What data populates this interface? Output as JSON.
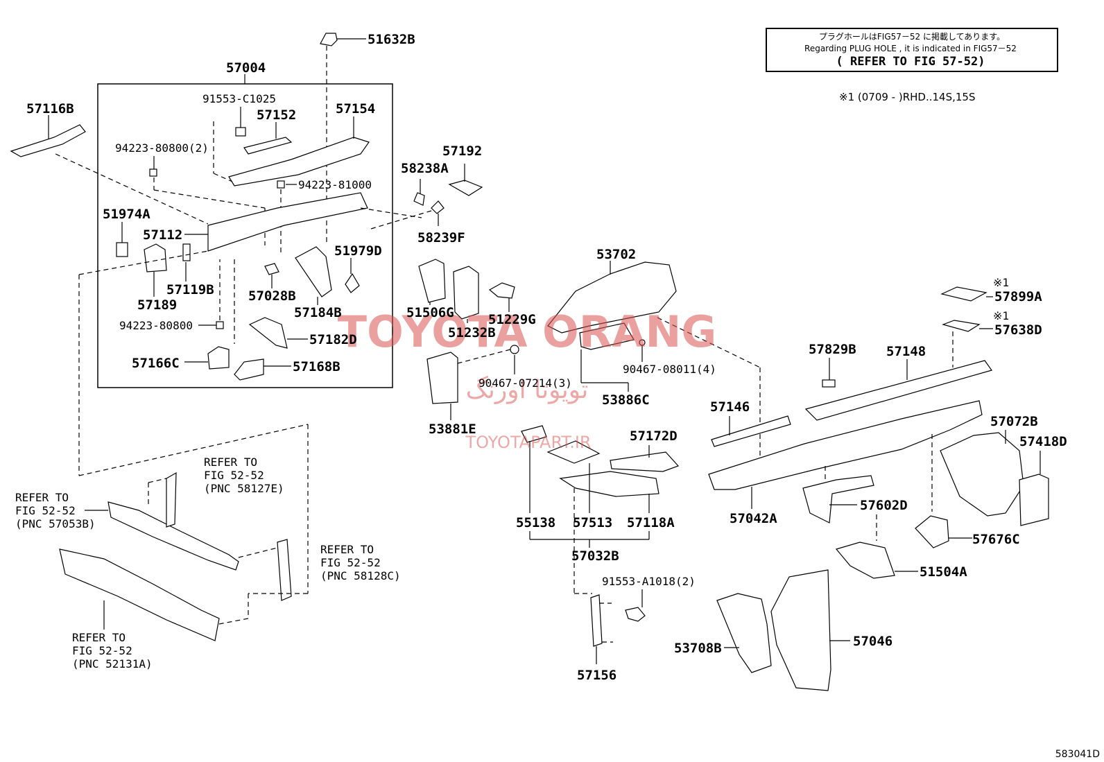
{
  "note": {
    "line1": "プラグホールはFIG57－52 に掲載してあります。",
    "line2": "Regarding PLUG HOLE , it is indicated in FIG57－52",
    "line3": "( REFER TO FIG 57-52)",
    "footnote": "※1 (0709 -        )RHD..14S,15S"
  },
  "watermark": {
    "main": "TOYOTA ORANG",
    "arabic": "تویوتا اورنگ",
    "site": "TOYOTAPART.IR"
  },
  "figure_code": "583041D",
  "labels": {
    "p51632B": "51632B",
    "p57004": "57004",
    "p57116B": "57116B",
    "p91553C1025": "91553-C1025",
    "p57152": "57152",
    "p57154": "57154",
    "p9422380800_2": "94223-80800(2)",
    "p9422381000": "94223-81000",
    "p58238A": "58238A",
    "p57192": "57192",
    "p51974A": "51974A",
    "p57112": "57112",
    "p58239F": "58239F",
    "p51979D": "51979D",
    "p57119B": "57119B",
    "p57028B": "57028B",
    "p57189": "57189",
    "p57184B": "57184B",
    "p9422380800": "94223-80800",
    "p57182D": "57182D",
    "p57166C": "57166C",
    "p57168B": "57168B",
    "p51506G": "51506G",
    "p51232B": "51232B",
    "p51229G": "51229G",
    "p53702": "53702",
    "p9046708011_4": "90467-08011(4)",
    "p9046707214_3": "90467-07214(3)",
    "p53886C": "53886C",
    "p53881E": "53881E",
    "p57899A": "57899A",
    "p57638D": "57638D",
    "mark1a": "※1",
    "mark1b": "※1",
    "p57829B": "57829B",
    "p57148": "57148",
    "p57146": "57146",
    "p57072B": "57072B",
    "p57418D": "57418D",
    "p57172D": "57172D",
    "p55138": "55138",
    "p57513": "57513",
    "p57118A": "57118A",
    "p57032B": "57032B",
    "p57042A": "57042A",
    "p57602D": "57602D",
    "p57676C": "57676C",
    "p51504A": "51504A",
    "p91553A1018_2": "91553-A1018(2)",
    "p57046": "57046",
    "p53708B": "53708B",
    "p57156": "57156"
  },
  "refs": {
    "r1": [
      "REFER TO",
      "FIG 52-52",
      "(PNC 58127E)"
    ],
    "r2": [
      "REFER TO",
      "FIG 52-52",
      "(PNC 57053B)"
    ],
    "r3": [
      "REFER TO",
      "FIG 52-52",
      "(PNC 58128C)"
    ],
    "r4": [
      "REFER TO",
      "FIG 52-52",
      "(PNC 52131A)"
    ]
  }
}
